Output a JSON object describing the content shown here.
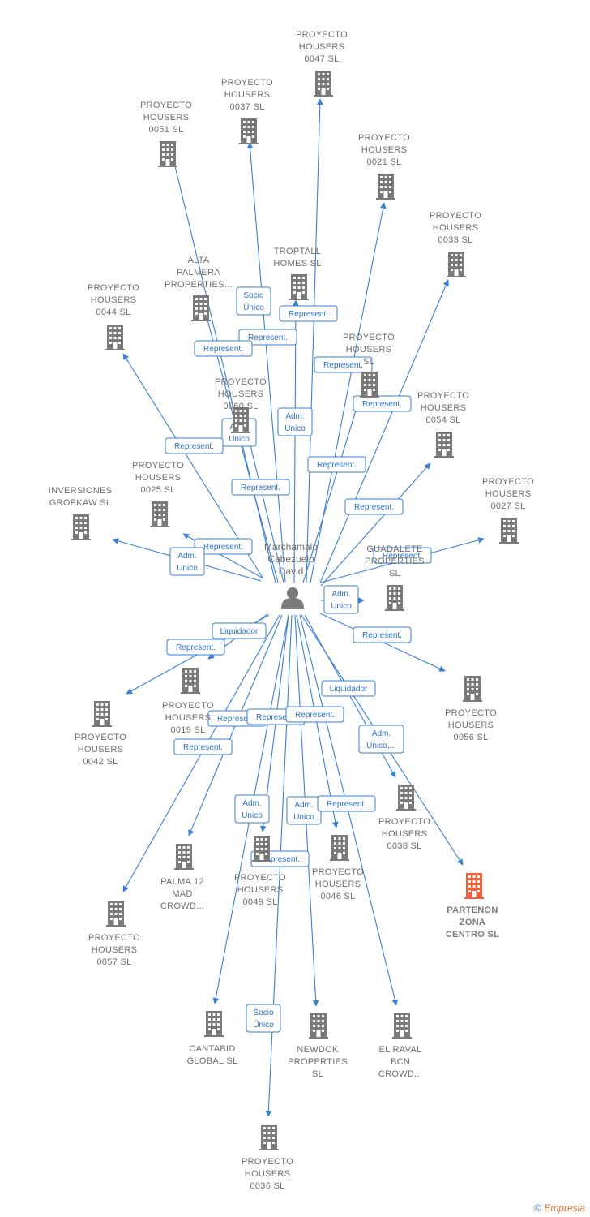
{
  "center": {
    "name_lines": [
      "Marchamalo",
      "Cabezuelo",
      "David"
    ],
    "icon": "person-icon"
  },
  "colors": {
    "edge": "#3a7fd6",
    "node": "#7a7a7a",
    "highlight": "#f0603a"
  },
  "nodes": [
    {
      "id": "n0047",
      "lines": [
        "PROYECTO",
        "HOUSERS",
        "0047  SL"
      ],
      "icon": "building-icon"
    },
    {
      "id": "n0037",
      "lines": [
        "PROYECTO",
        "HOUSERS",
        "0037  SL"
      ],
      "icon": "building-icon"
    },
    {
      "id": "n0051",
      "lines": [
        "PROYECTO",
        "HOUSERS",
        "0051  SL"
      ],
      "icon": "building-icon"
    },
    {
      "id": "n0021",
      "lines": [
        "PROYECTO",
        "HOUSERS",
        "0021  SL"
      ],
      "icon": "building-icon"
    },
    {
      "id": "n0033",
      "lines": [
        "PROYECTO",
        "HOUSERS",
        "0033  SL"
      ],
      "icon": "building-icon"
    },
    {
      "id": "troptall",
      "lines": [
        "TROPTALL",
        "HOMES  SL"
      ],
      "icon": "building-icon"
    },
    {
      "id": "alta",
      "lines": [
        "ALTA",
        "PALMERA",
        "PROPERTIES..."
      ],
      "icon": "building-icon"
    },
    {
      "id": "n0044",
      "lines": [
        "PROYECTO",
        "HOUSERS",
        "0044  SL"
      ],
      "icon": "building-icon"
    },
    {
      "id": "nxx",
      "lines": [
        "PROYECTO",
        "HOUSERS",
        "SL"
      ],
      "icon": "building-icon"
    },
    {
      "id": "n0060",
      "lines": [
        "PROYECTO",
        "HOUSERS",
        "0060  SL"
      ],
      "icon": "building-icon"
    },
    {
      "id": "n0054",
      "lines": [
        "PROYECTO",
        "HOUSERS",
        "0054  SL"
      ],
      "icon": "building-icon"
    },
    {
      "id": "n0025",
      "lines": [
        "PROYECTO",
        "HOUSERS",
        "0025  SL"
      ],
      "icon": "building-icon"
    },
    {
      "id": "gropkaw",
      "lines": [
        "INVERSIONES",
        "GROPKAW  SL"
      ],
      "icon": "building-icon"
    },
    {
      "id": "n0027",
      "lines": [
        "PROYECTO",
        "HOUSERS",
        "0027  SL"
      ],
      "icon": "building-icon"
    },
    {
      "id": "guadalete",
      "lines": [
        "GUADALETE",
        "PROPERTIES",
        "SL"
      ],
      "icon": "building-icon"
    },
    {
      "id": "n0019",
      "lines": [
        "PROYECTO",
        "HOUSERS",
        "0019  SL"
      ],
      "icon": "building-icon"
    },
    {
      "id": "n0042",
      "lines": [
        "PROYECTO",
        "HOUSERS",
        "0042  SL"
      ],
      "icon": "building-icon"
    },
    {
      "id": "n0056",
      "lines": [
        "PROYECTO",
        "HOUSERS",
        "0056  SL"
      ],
      "icon": "building-icon"
    },
    {
      "id": "n0038",
      "lines": [
        "PROYECTO",
        "HOUSERS",
        "0038  SL"
      ],
      "icon": "building-icon"
    },
    {
      "id": "partenon",
      "lines": [
        "PARTENON",
        "ZONA",
        "CENTRO  SL"
      ],
      "icon": "building-icon",
      "highlight": true
    },
    {
      "id": "palma12",
      "lines": [
        "PALMA 12",
        "MAD",
        "CROWD..."
      ],
      "icon": "building-icon"
    },
    {
      "id": "n0049",
      "lines": [
        "PROYECTO",
        "HOUSERS",
        "0049  SL"
      ],
      "icon": "building-icon"
    },
    {
      "id": "n0046",
      "lines": [
        "PROYECTO",
        "HOUSERS",
        "0046  SL"
      ],
      "icon": "building-icon"
    },
    {
      "id": "n0057",
      "lines": [
        "PROYECTO",
        "HOUSERS",
        "0057  SL"
      ],
      "icon": "building-icon"
    },
    {
      "id": "cantabid",
      "lines": [
        "CANTABID",
        "GLOBAL  SL"
      ],
      "icon": "building-icon"
    },
    {
      "id": "newdok",
      "lines": [
        "NEWDOK",
        "PROPERTIES",
        "SL"
      ],
      "icon": "building-icon"
    },
    {
      "id": "elraval",
      "lines": [
        "EL RAVAL",
        "BCN",
        "CROWD..."
      ],
      "icon": "building-icon"
    },
    {
      "id": "n0036",
      "lines": [
        "PROYECTO",
        "HOUSERS",
        "0036  SL"
      ],
      "icon": "building-icon"
    }
  ],
  "edge_labels": [
    {
      "id": "e_socio_alta",
      "lines": [
        "Socio",
        "Único"
      ]
    },
    {
      "id": "e_rep_troptall",
      "lines": [
        "Represent."
      ]
    },
    {
      "id": "e_rep_0037",
      "lines": [
        "Represent."
      ]
    },
    {
      "id": "e_rep_0051",
      "lines": [
        "Represent."
      ]
    },
    {
      "id": "e_rep_0021",
      "lines": [
        "Represent."
      ]
    },
    {
      "id": "e_rep_0033",
      "lines": [
        "Represent."
      ]
    },
    {
      "id": "e_adm_0047",
      "lines": [
        "Adm.",
        "Unico"
      ]
    },
    {
      "id": "e_adm_0060",
      "lines": [
        "Adm.",
        "Unico"
      ]
    },
    {
      "id": "e_rep_0044",
      "lines": [
        "Represent."
      ]
    },
    {
      "id": "e_rep_nxx",
      "lines": [
        "Represent."
      ]
    },
    {
      "id": "e_rep_0060",
      "lines": [
        "Represent."
      ]
    },
    {
      "id": "e_rep_0054",
      "lines": [
        "Represent."
      ]
    },
    {
      "id": "e_rep_0025",
      "lines": [
        "Represent."
      ]
    },
    {
      "id": "e_adm_gropkaw",
      "lines": [
        "Adm.",
        "Unico"
      ]
    },
    {
      "id": "e_rep_0027",
      "lines": [
        "Represent."
      ]
    },
    {
      "id": "e_adm_guadalete",
      "lines": [
        "Adm.",
        "Unico"
      ]
    },
    {
      "id": "e_liq_0019",
      "lines": [
        "Liquidador"
      ]
    },
    {
      "id": "e_rep_0042",
      "lines": [
        "Represent."
      ]
    },
    {
      "id": "e_rep_0056",
      "lines": [
        "Represent."
      ]
    },
    {
      "id": "e_liq_partenon",
      "lines": [
        "Liquidador"
      ]
    },
    {
      "id": "e_rep_a",
      "lines": [
        "Represent."
      ]
    },
    {
      "id": "e_rep_b",
      "lines": [
        "Represent."
      ]
    },
    {
      "id": "e_rep_c",
      "lines": [
        "Represent."
      ]
    },
    {
      "id": "e_adm_0038",
      "lines": [
        "Adm.",
        "Unico,..."
      ]
    },
    {
      "id": "e_rep_palma",
      "lines": [
        "Represent."
      ]
    },
    {
      "id": "e_adm_0049",
      "lines": [
        "Adm.",
        "Unico"
      ]
    },
    {
      "id": "e_adm_0046",
      "lines": [
        "Adm.",
        "Unico"
      ]
    },
    {
      "id": "e_rep_0046",
      "lines": [
        "Represent."
      ]
    },
    {
      "id": "e_rep_0036",
      "lines": [
        "Represent."
      ]
    },
    {
      "id": "e_socio_newdok",
      "lines": [
        "Socio",
        "Único"
      ]
    }
  ],
  "footer": {
    "copyright": "©",
    "brand": "Empresia"
  }
}
